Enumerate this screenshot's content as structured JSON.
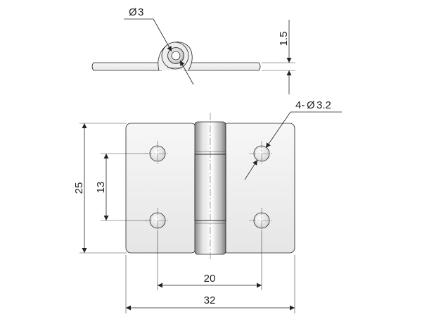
{
  "dimensions": {
    "pin_diameter": "3",
    "plate_thickness": "1.5",
    "hole_callout": "4-",
    "hole_diameter": "3.2",
    "height": "25",
    "hole_pitch_vertical": "13",
    "hole_pitch_horizontal": "20",
    "width": "32"
  },
  "symbols": {
    "diameter": "Ø"
  },
  "colors": {
    "line": "#222222",
    "plate_fill": "#f0f0f0",
    "shade_dark": "#a8a8a8"
  }
}
